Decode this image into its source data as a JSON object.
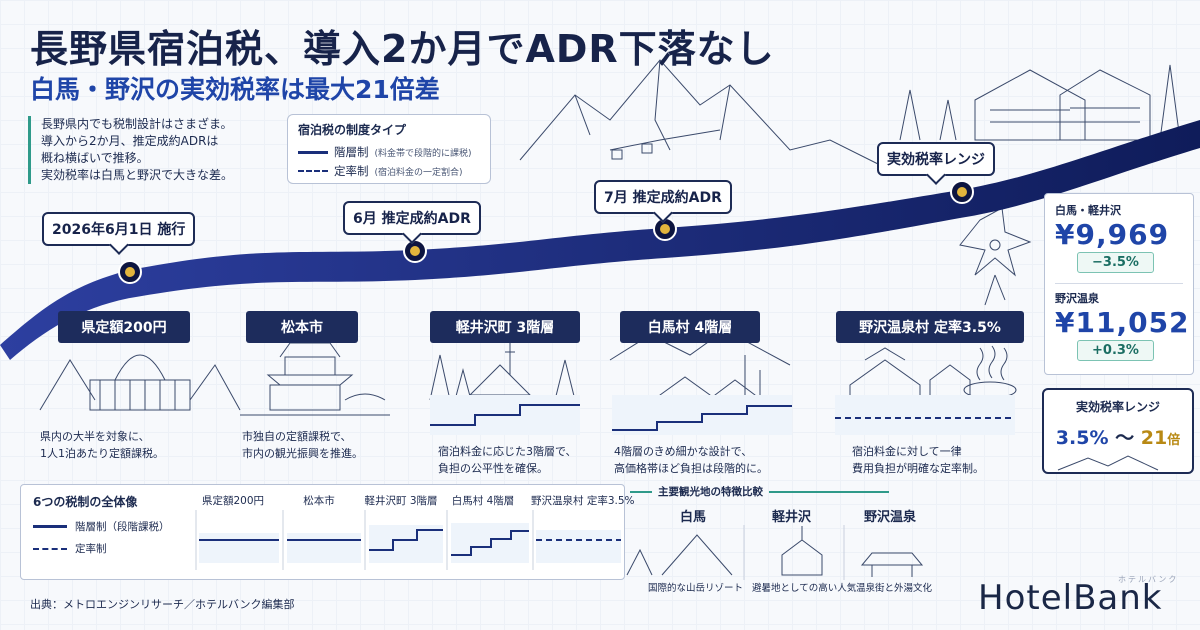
{
  "title": "長野県宿泊税、導入2か月でADR下落なし",
  "subtitle": "白馬・野沢の実効税率は最大21倍差",
  "intro": [
    "長野県内でも税制設計はさまざま。",
    "導入から2か月、推定成約ADRは",
    "概ね横ばいで推移。",
    "実効税率は白馬と野沢で大きな差。"
  ],
  "type_legend": {
    "heading": "宿泊税の制度タイプ",
    "tiered": "階層制",
    "tiered_note": "(料金帯で段階的に課税)",
    "flat": "定率制",
    "flat_note": "(宿泊料金の一定割合)"
  },
  "milestones": [
    "2026年6月1日 施行",
    "6月 推定成約ADR",
    "7月 推定成約ADR",
    "実効税率レンジ"
  ],
  "regions": [
    {
      "label": "県定額200円",
      "desc": [
        "県内の大半を対象に、",
        "1人1泊あたり定額課税。"
      ]
    },
    {
      "label": "松本市",
      "desc": [
        "市独自の定額課税で、",
        "市内の観光振興を推進。"
      ]
    },
    {
      "label": "軽井沢町 3階層",
      "desc": [
        "宿泊料金に応じた3階層で、",
        "負担の公平性を確保。"
      ]
    },
    {
      "label": "白馬村 4階層",
      "desc": [
        "4階層のきめ細かな設計で、",
        "高価格帯ほど負担は段階的に。"
      ]
    },
    {
      "label": "野沢温泉村 定率3.5%",
      "desc": [
        "宿泊料金に対して一律",
        "費用負担が明確な定率制。"
      ]
    }
  ],
  "prices": [
    {
      "label": "白馬・軽井沢",
      "value": "¥9,969",
      "change": "−3.5%"
    },
    {
      "label": "野沢温泉",
      "value": "¥11,052",
      "change": "+0.3%"
    }
  ],
  "range": {
    "heading": "実効税率レンジ",
    "low": "3.5%",
    "sep": "～",
    "high": "21",
    "unit": "倍"
  },
  "overview": {
    "heading": "6つの税制の全体像",
    "tiered": "階層制（段階課税）",
    "flat": "定率制",
    "columns": [
      "県定額200円",
      "松本市",
      "軽井沢町 3階層",
      "白馬村 4階層",
      "野沢温泉村 定率3.5%"
    ]
  },
  "compare": {
    "heading": "主要観光地の特徴比較",
    "items": [
      {
        "name": "白馬",
        "note": "国際的な山岳リゾート"
      },
      {
        "name": "軽井沢",
        "note": "避暑地としての高い人気"
      },
      {
        "name": "野沢温泉",
        "note": "温泉街と外湯文化"
      }
    ]
  },
  "source": "出典：メトロエンジンリサーチ／ホテルバンク編集部",
  "logo": "HotelBank",
  "logo_sub": "ホテルバンク",
  "colors": {
    "navy": "#1d2c5c",
    "accent": "#1f45a8",
    "teal": "#2f9a8a",
    "gold": "#b88914"
  }
}
